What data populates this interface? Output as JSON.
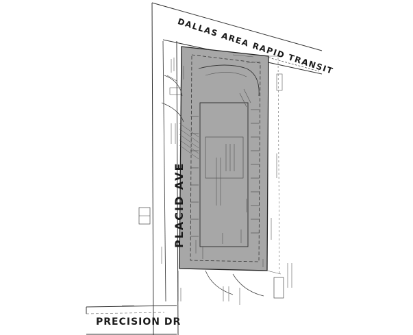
{
  "map": {
    "streets": {
      "dart": "DALLAS AREA RAPID TRANSIT",
      "placid": "PLACID AVE",
      "precision": "PRECISION DR"
    },
    "colors": {
      "lot_fill": "#a7a7a7",
      "line": "#2a2a2a",
      "faint_line": "#8a8a8a"
    }
  }
}
